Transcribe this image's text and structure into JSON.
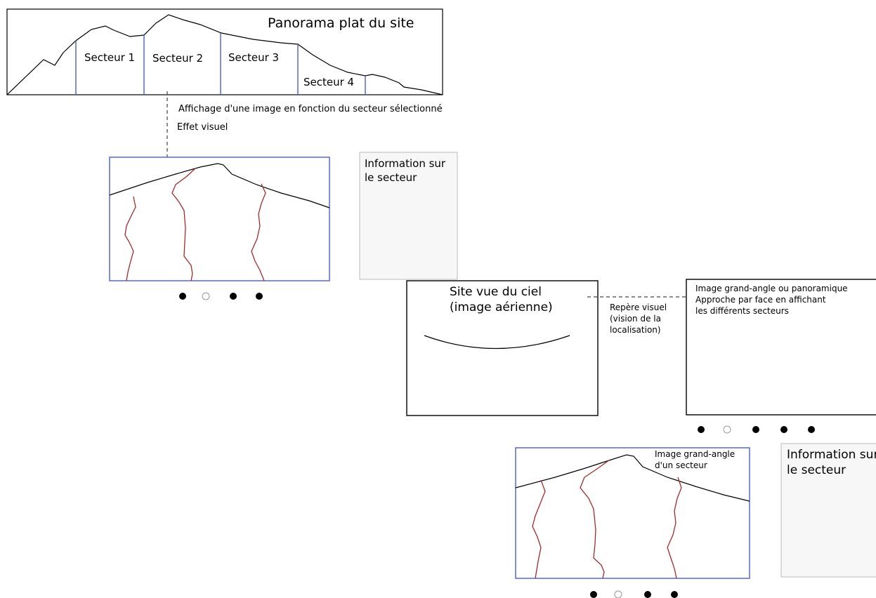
{
  "panorama": {
    "title": "Panorama plat du site",
    "sectors": [
      "Secteur 1",
      "Secteur 2",
      "Secteur 3",
      "Secteur 4"
    ]
  },
  "notes": {
    "affichage": "Affichage  d'une image en fonction du secteur sélectionné",
    "effet": "Effet visuel"
  },
  "info_panel_1": {
    "lines": [
      "Information sur",
      "le secteur"
    ]
  },
  "info_panel_2": {
    "lines": [
      "Information sur",
      "le secteur"
    ]
  },
  "aerial": {
    "lines": [
      "Site vue du ciel",
      "(image aérienne)"
    ]
  },
  "repere": {
    "lines": [
      "Repère visuel",
      "(vision de la",
      "localisation)"
    ]
  },
  "grand_angle": {
    "lines": [
      "Image grand-angle ou panoramique",
      "Approche par face en affichant",
      "les différents secteurs"
    ]
  },
  "sector_image_caption": {
    "lines": [
      "Image grand-angle",
      "d'un secteur"
    ]
  },
  "dots_1": {
    "states": [
      "filled",
      "empty",
      "filled",
      "filled"
    ]
  },
  "dots_2": {
    "states": [
      "filled",
      "empty",
      "filled",
      "filled",
      "filled"
    ]
  },
  "dots_3": {
    "states": [
      "filled",
      "empty",
      "filled",
      "filled"
    ]
  },
  "colors": {
    "sector_border": "#4a5fc8",
    "ravine": "#a52a2a",
    "info_fill": "#f7f7f7",
    "info_border": "#bbbbbb"
  }
}
